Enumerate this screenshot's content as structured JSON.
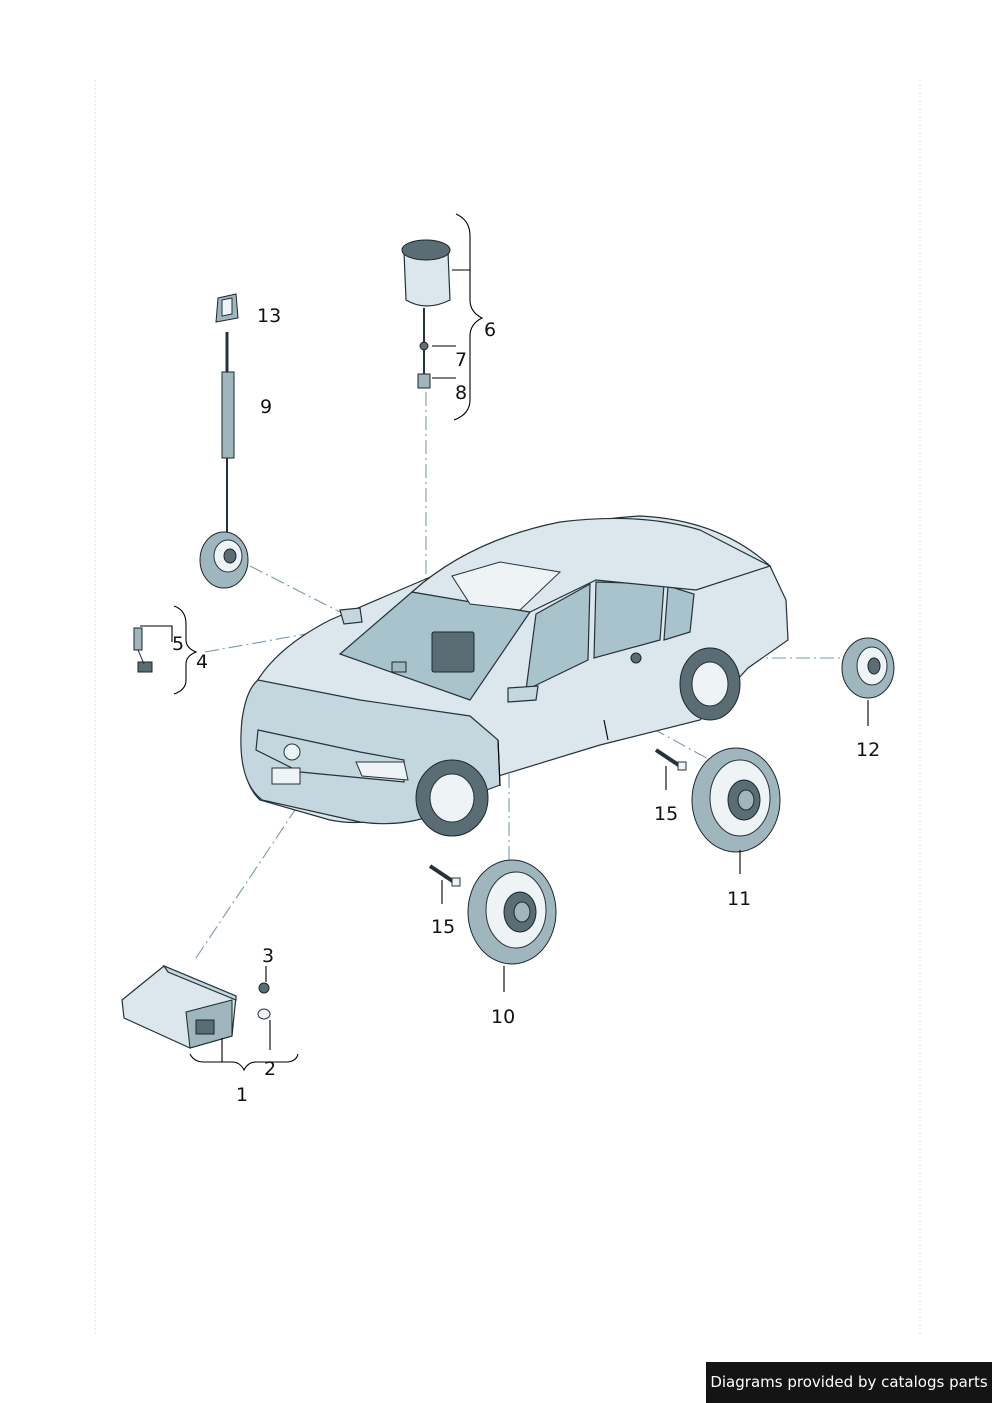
{
  "callouts": [
    "13",
    "9",
    "6",
    "7",
    "8",
    "5",
    "4",
    "12",
    "15",
    "11",
    "15",
    "10",
    "3",
    "2",
    "1"
  ],
  "credit": "Diagrams provided by catalogs parts"
}
